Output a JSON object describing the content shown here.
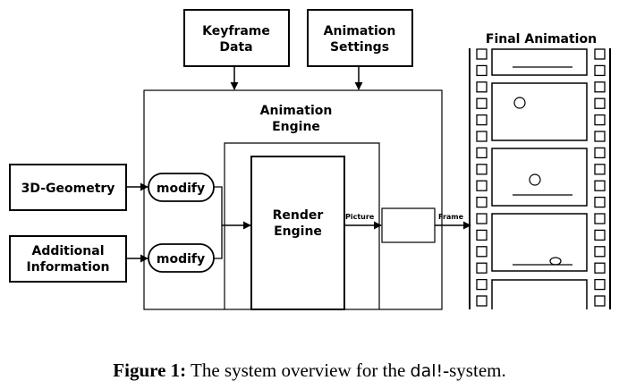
{
  "nodes": {
    "keyframe_data": [
      "Keyframe",
      "Data"
    ],
    "animation_settings": [
      "Animation",
      "Settings"
    ],
    "animation_engine": [
      "Animation",
      "Engine"
    ],
    "geometry": "3D-Geometry",
    "additional_info": [
      "Additional",
      "Information"
    ],
    "modify_1": "modify",
    "modify_2": "modify",
    "render_engine": [
      "Render",
      "Engine"
    ],
    "final_animation": "Final Animation"
  },
  "edges": {
    "picture": "Picture",
    "frame": "Frame"
  },
  "caption": {
    "figure": "Figure 1:",
    "text_before": " The system overview for the ",
    "system_name": "dal!",
    "text_after": "-system."
  }
}
